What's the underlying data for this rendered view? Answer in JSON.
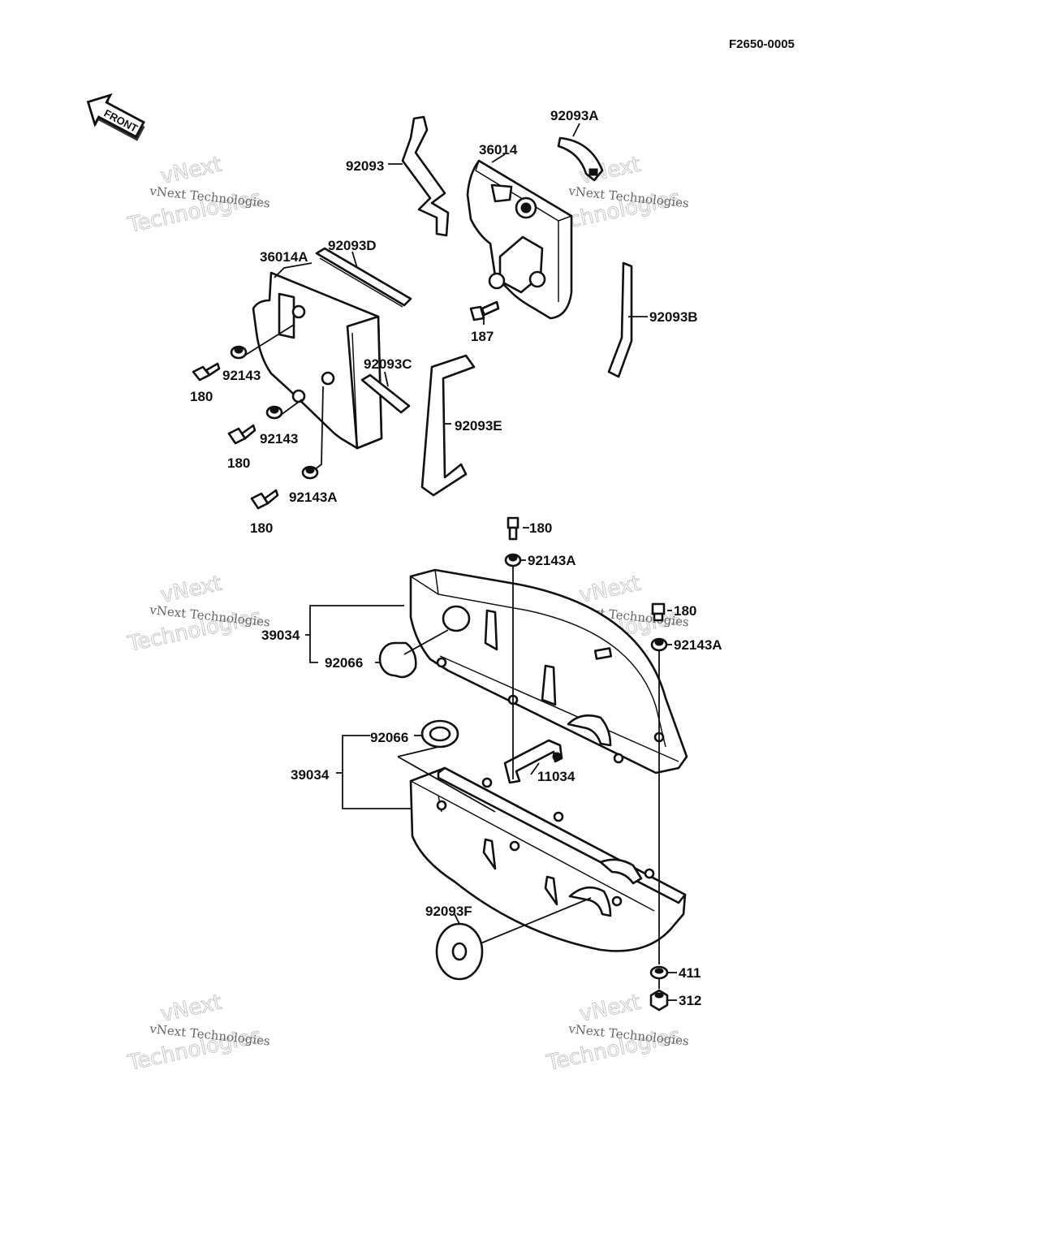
{
  "diagram_code": "F2650-0005",
  "front_arrow_label": "FRONT",
  "watermark": {
    "line1": "vNext Technologies",
    "line2": "vNext",
    "line3": "Technologies"
  },
  "callouts": [
    {
      "id": "c-92093A",
      "label": "92093A"
    },
    {
      "id": "c-36014",
      "label": "36014"
    },
    {
      "id": "c-92093",
      "label": "92093"
    },
    {
      "id": "c-36014A",
      "label": "36014A"
    },
    {
      "id": "c-92093D",
      "label": "92093D"
    },
    {
      "id": "c-187",
      "label": "187"
    },
    {
      "id": "c-92093B",
      "label": "92093B"
    },
    {
      "id": "c-92143-a",
      "label": "92143"
    },
    {
      "id": "c-180-a",
      "label": "180"
    },
    {
      "id": "c-92093C",
      "label": "92093C"
    },
    {
      "id": "c-92093E",
      "label": "92093E"
    },
    {
      "id": "c-92143-b",
      "label": "92143"
    },
    {
      "id": "c-180-b",
      "label": "180"
    },
    {
      "id": "c-92143A-a",
      "label": "92143A"
    },
    {
      "id": "c-180-c",
      "label": "180"
    },
    {
      "id": "c-180-d",
      "label": "180"
    },
    {
      "id": "c-92143A-b",
      "label": "92143A"
    },
    {
      "id": "c-180-e",
      "label": "180"
    },
    {
      "id": "c-92143A-c",
      "label": "92143A"
    },
    {
      "id": "c-39034-a",
      "label": "39034"
    },
    {
      "id": "c-92066-a",
      "label": "92066"
    },
    {
      "id": "c-92066-b",
      "label": "92066"
    },
    {
      "id": "c-39034-b",
      "label": "39034"
    },
    {
      "id": "c-11034",
      "label": "11034"
    },
    {
      "id": "c-92093F",
      "label": "92093F"
    },
    {
      "id": "c-411",
      "label": "411"
    },
    {
      "id": "c-312",
      "label": "312"
    }
  ]
}
